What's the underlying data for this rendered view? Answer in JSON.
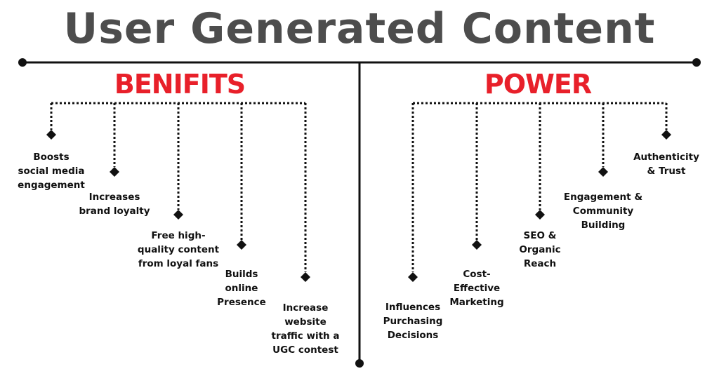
{
  "title": "User Generated Content",
  "benefits": {
    "heading": "BENIFITS",
    "items": [
      {
        "lines": [
          "Boosts",
          "social media",
          "engagement"
        ]
      },
      {
        "lines": [
          "Increases",
          "brand loyalty"
        ]
      },
      {
        "lines": [
          "Free high-",
          "quality content",
          "from loyal fans"
        ]
      },
      {
        "lines": [
          "Builds",
          "online",
          "Presence"
        ]
      },
      {
        "lines": [
          "Increase",
          "website",
          "traffic with a",
          "UGC contest"
        ]
      }
    ]
  },
  "power": {
    "heading": "POWER",
    "items": [
      {
        "lines": [
          "Influences",
          "Purchasing",
          "Decisions"
        ]
      },
      {
        "lines": [
          "Cost-",
          "Effective",
          "Marketing"
        ]
      },
      {
        "lines": [
          "SEO &",
          "Organic",
          "Reach"
        ]
      },
      {
        "lines": [
          "Engagement &",
          "Community",
          "Building"
        ]
      },
      {
        "lines": [
          "Authenticity",
          "& Trust"
        ]
      }
    ]
  },
  "colors": {
    "title": "#4d4d4d",
    "heading": "#e8202a",
    "line": "#111111",
    "text": "#111111"
  }
}
